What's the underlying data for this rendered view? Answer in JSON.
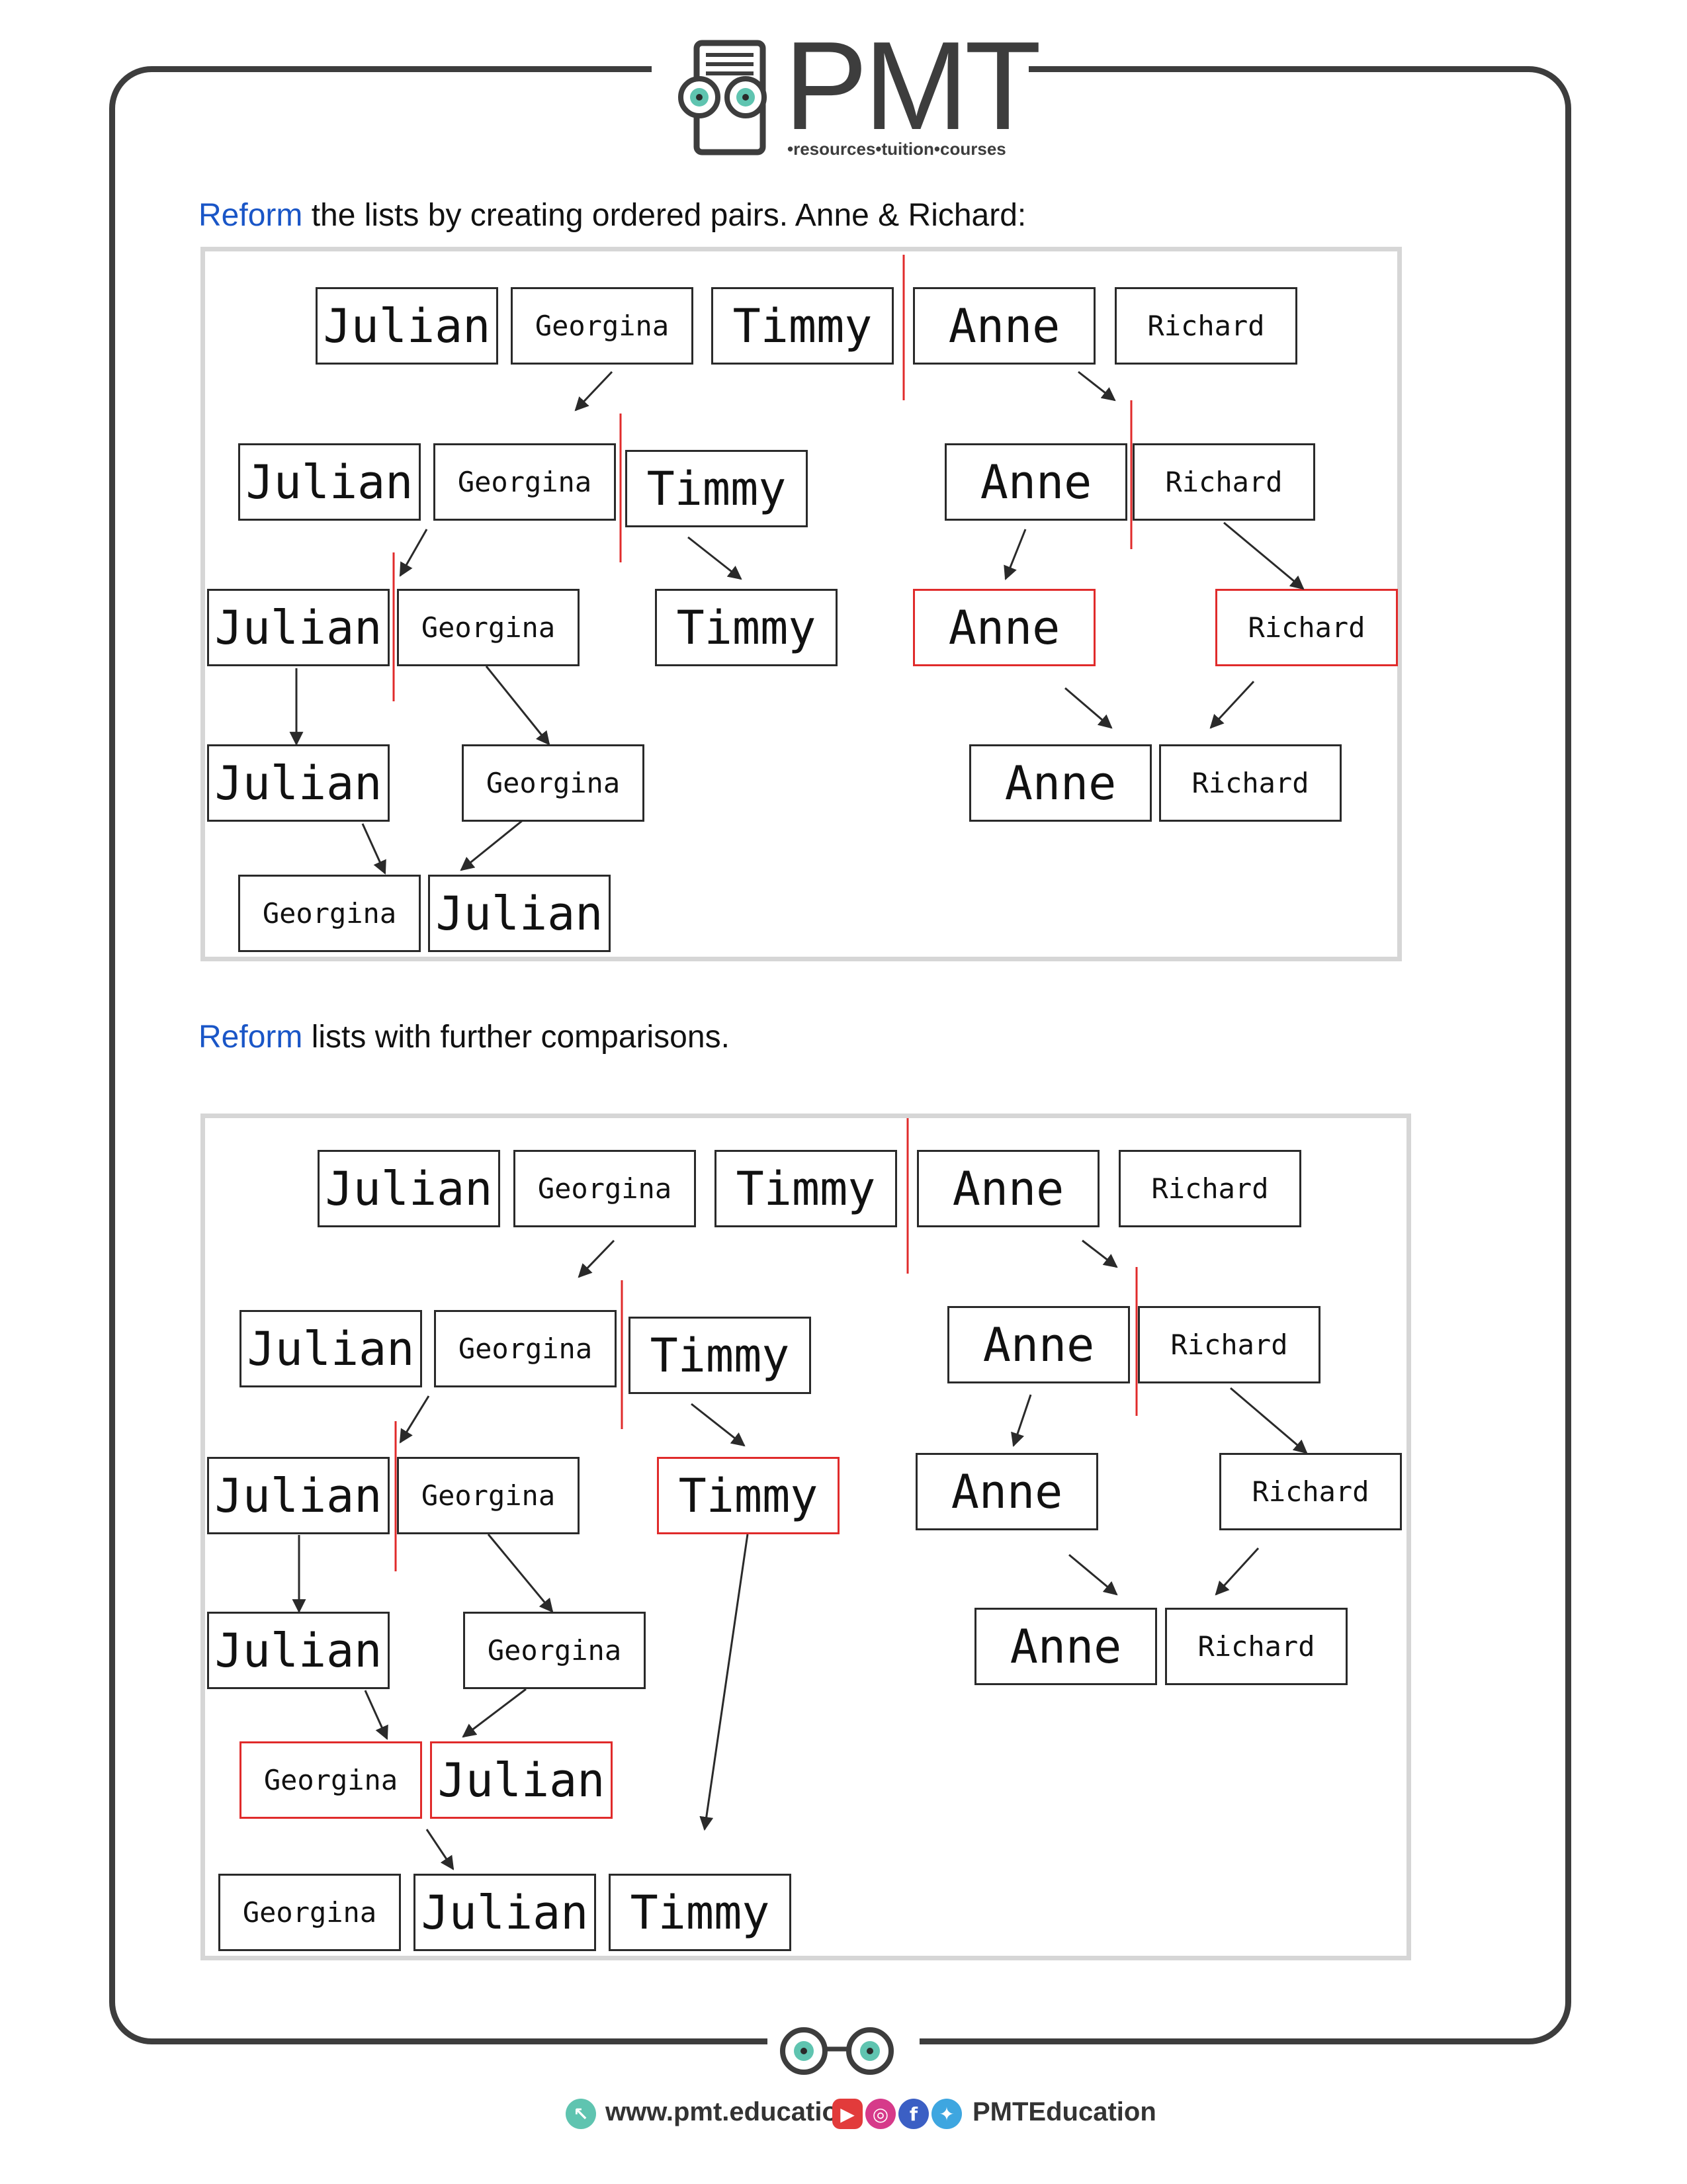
{
  "header": {
    "logo_text": "PMT",
    "tagline": "•resources•tuition•courses"
  },
  "section1": {
    "caption_highlight": "Reform",
    "caption_rest": " the lists by creating ordered pairs. Anne & Richard:"
  },
  "section2": {
    "caption_highlight": "Reform",
    "caption_rest": " lists with further comparisons."
  },
  "names": {
    "julian": "Julian",
    "georgina": "Georgina",
    "timmy": "Timmy",
    "anne": "Anne",
    "richard": "Richard"
  },
  "colors": {
    "highlight": "#1a56c7",
    "split_line": "#e02b2b",
    "box_border": "#2a2a2a",
    "frame": "#3d3d3d",
    "eye_teal": "#5fc4b0"
  },
  "footer": {
    "website": "www.pmt.education",
    "social_handle": "PMTEducation",
    "icons": [
      "cursor-icon",
      "youtube-icon",
      "instagram-icon",
      "facebook-icon",
      "twitter-icon"
    ]
  }
}
